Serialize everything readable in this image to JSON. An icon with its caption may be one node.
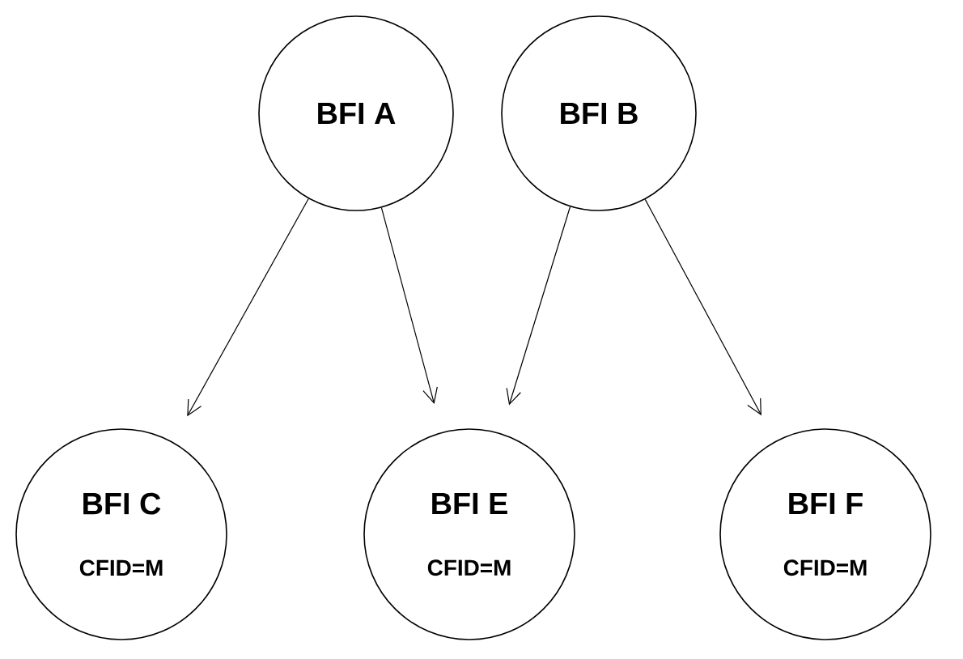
{
  "diagram": {
    "nodes": [
      {
        "text": [
          "BFI A"
        ]
      },
      {
        "text": [
          "BFI B"
        ]
      },
      {
        "text": [
          "BFI C",
          "CFID=M"
        ]
      },
      {
        "text": [
          "BFI E",
          "CFID=M"
        ]
      },
      {
        "text": [
          "BFI F",
          "CFID=M"
        ]
      }
    ],
    "edges": [
      {
        "from": 0,
        "to": 2,
        "arrow": "to"
      },
      {
        "from": 0,
        "to": 3,
        "arrow": "to"
      },
      {
        "from": 1,
        "to": 3,
        "arrow": "to"
      },
      {
        "from": 1,
        "to": 4,
        "arrow": "to"
      }
    ]
  }
}
